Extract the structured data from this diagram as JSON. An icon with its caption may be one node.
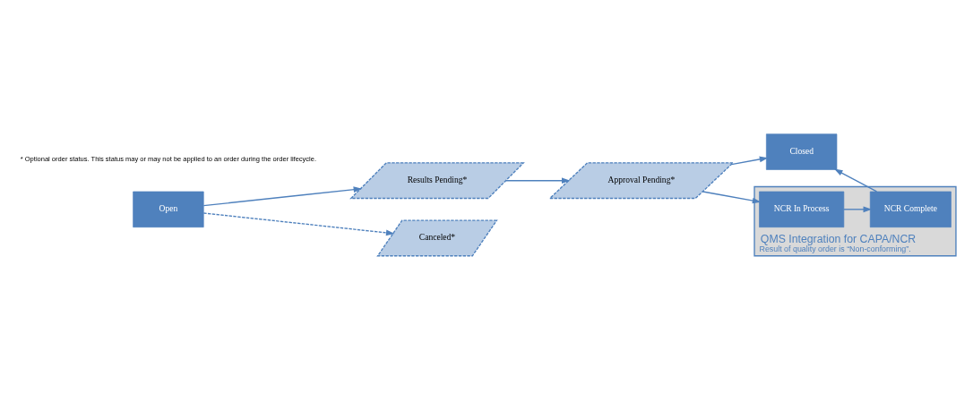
{
  "diagram": {
    "nodes": [
      {
        "text": [
          "Open"
        ]
      },
      {
        "text": [
          "Results Pending*"
        ]
      },
      {
        "text": [
          "Approval Pending*"
        ]
      },
      {
        "text": [
          "Closed"
        ]
      },
      {
        "text": [
          "QMS Integration for CAPA/NCR",
          "Result of quality order is “Non-conforming”."
        ]
      },
      {
        "text": [
          "NCR In Process"
        ],
        "in": 4
      },
      {
        "text": [
          "NCR Complete"
        ],
        "in": 4
      },
      {
        "text": [
          "Canceled*"
        ]
      }
    ],
    "edges": [
      {
        "from": 0,
        "to": 1,
        "arrow": "to"
      },
      {
        "from": 1,
        "to": 2,
        "arrow": "to"
      },
      {
        "from": 2,
        "to": 3,
        "arrow": "to"
      },
      {
        "from": 2,
        "to": 5,
        "arrow": "to"
      },
      {
        "from": 5,
        "to": 6,
        "arrow": "to"
      },
      {
        "from": 6,
        "to": 3,
        "arrow": "to"
      },
      {
        "from": 0,
        "to": 7,
        "arrow": "to",
        "style": "dashed"
      }
    ],
    "labels": [
      "* Optional order status. This status may or may not be applied to an order during the order lifecycle."
    ]
  }
}
